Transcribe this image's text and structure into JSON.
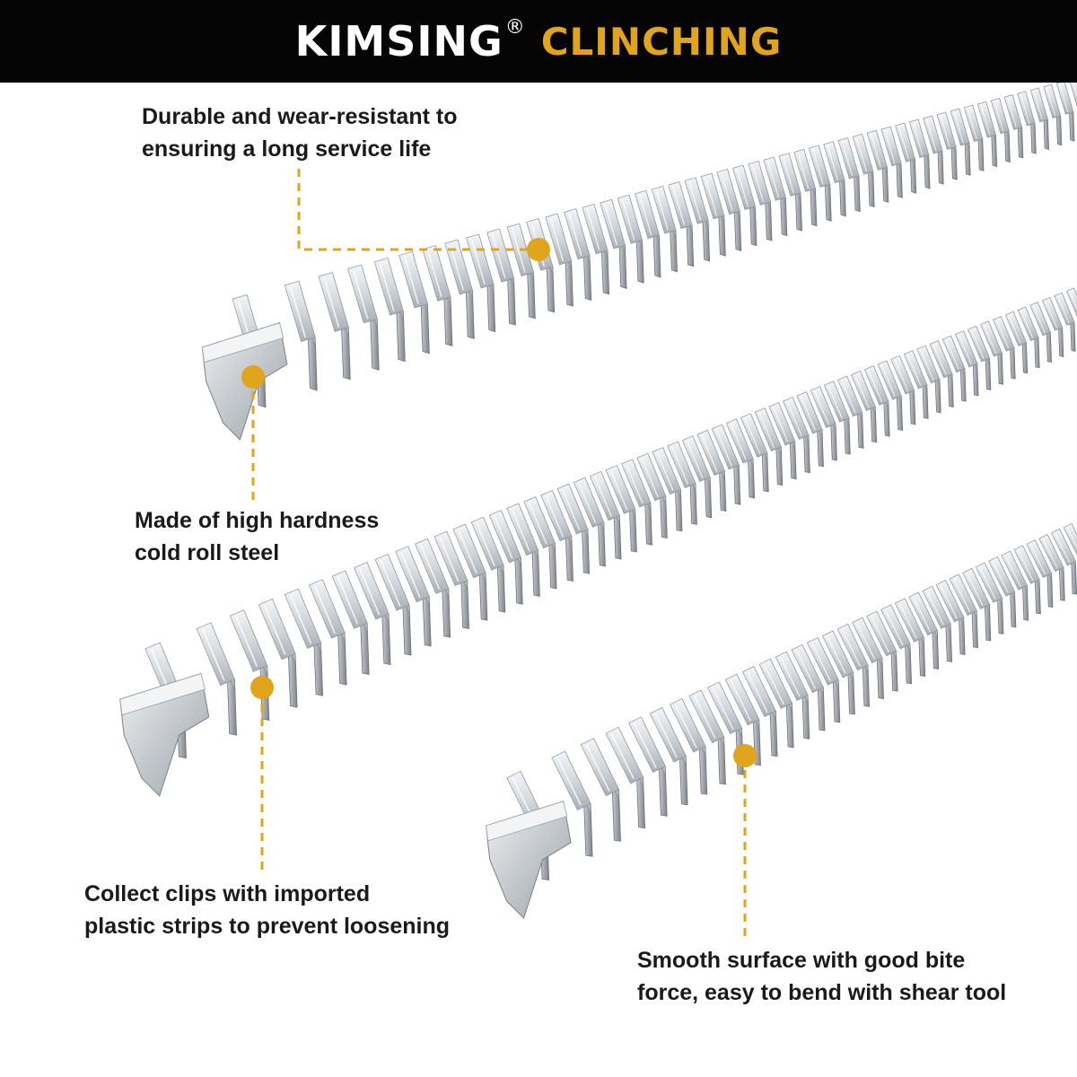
{
  "header": {
    "brand": "KIMSING",
    "registered_mark": "®",
    "subtitle": "CLINCHING"
  },
  "colors": {
    "header_bg": "#050505",
    "accent": "#e0a51a",
    "steel_light": "#e6e9ec",
    "steel_dark": "#8a8f95",
    "text": "#1a1a1a"
  },
  "callouts": [
    {
      "line1": "Durable and wear-resistant to",
      "line2": "ensuring a long service life"
    },
    {
      "line1": "Made of high hardness",
      "line2": "cold roll steel"
    },
    {
      "line1": "Collect clips with imported",
      "line2": "plastic strips to prevent loosening"
    },
    {
      "line1": "Smooth surface with good bite",
      "line2": "force, easy to bend with shear tool"
    }
  ]
}
